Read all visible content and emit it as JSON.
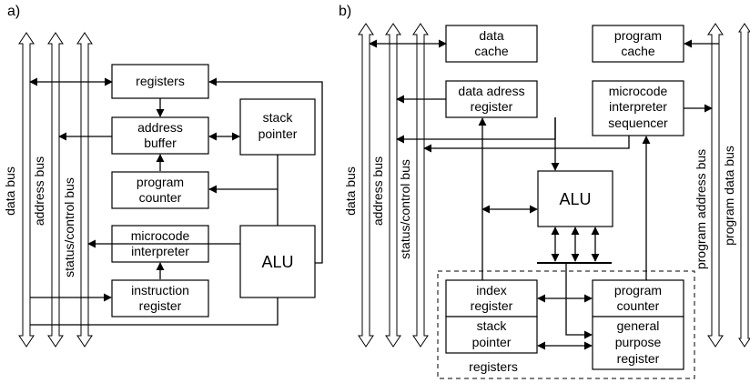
{
  "panel_a": {
    "label": "a)",
    "buses": {
      "data": "data bus",
      "address": "address bus",
      "status": "status/control bus"
    },
    "registers": "registers",
    "address_buffer": [
      "address",
      "buffer"
    ],
    "stack_pointer": [
      "stack",
      "pointer"
    ],
    "program_counter": [
      "program",
      "counter"
    ],
    "microcode_interpreter": [
      "microcode",
      "interpreter"
    ],
    "instruction_register": [
      "instruction",
      "register"
    ],
    "alu": "ALU"
  },
  "panel_b": {
    "label": "b)",
    "buses": {
      "data": "data bus",
      "address": "address bus",
      "status": "status/control bus",
      "program_address": "program address bus",
      "program_data": "program data bus"
    },
    "data_cache": [
      "data",
      "cache"
    ],
    "program_cache": [
      "program",
      "cache"
    ],
    "data_address_register": [
      "data adress",
      "register"
    ],
    "microcode_sequencer": [
      "microcode",
      "interpreter",
      "sequencer"
    ],
    "alu": "ALU",
    "index_register": [
      "index",
      "register"
    ],
    "stack_pointer": [
      "stack",
      "pointer"
    ],
    "program_counter": [
      "program",
      "counter"
    ],
    "general_purpose_register": [
      "general",
      "purpose",
      "register"
    ],
    "registers_group": "registers"
  }
}
